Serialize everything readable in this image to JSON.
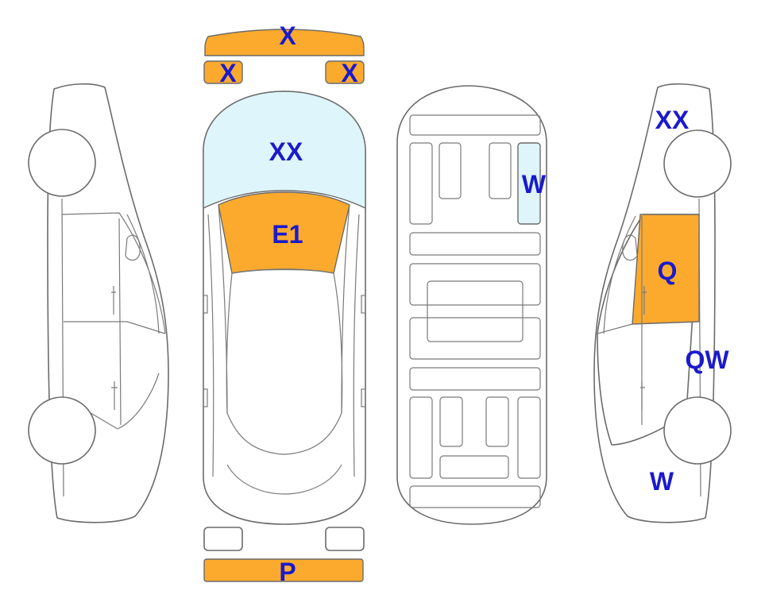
{
  "colors": {
    "damage_major": "#fbaa2e",
    "damage_minor": "#def5fb",
    "label": "#1a1acc",
    "outline": "#6b6b6b"
  },
  "labels": {
    "front_bumper": "X",
    "front_left_light": "X",
    "front_right_light": "X",
    "hood": "XX",
    "windshield": "E1",
    "rear_bumper": "P",
    "roof_panel": "W",
    "right_front_fender": "XX",
    "right_front_door": "Q",
    "right_rear_door": "QW",
    "right_rear_quarter": "W"
  }
}
